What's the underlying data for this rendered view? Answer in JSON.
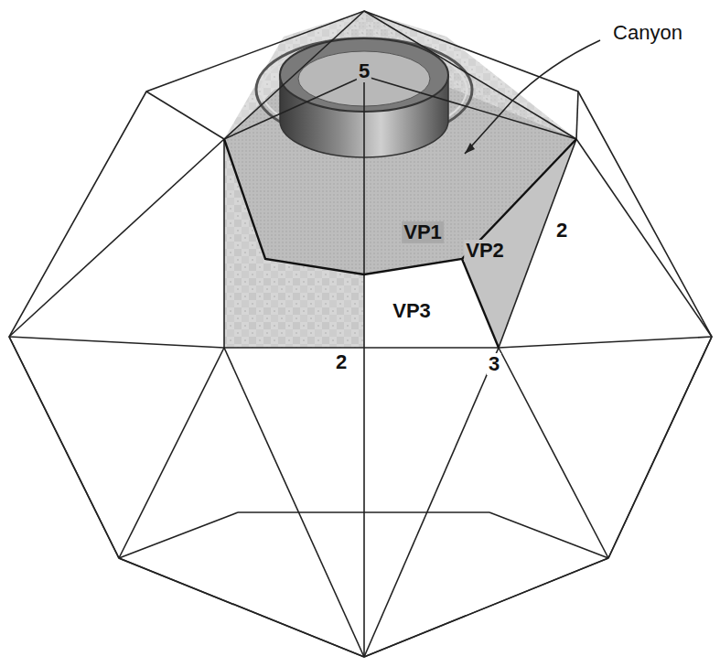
{
  "diagram": {
    "labels": [
      "Canyon",
      "5",
      "VP1",
      "2",
      "VP2",
      "VP3",
      "2",
      "3"
    ]
  }
}
